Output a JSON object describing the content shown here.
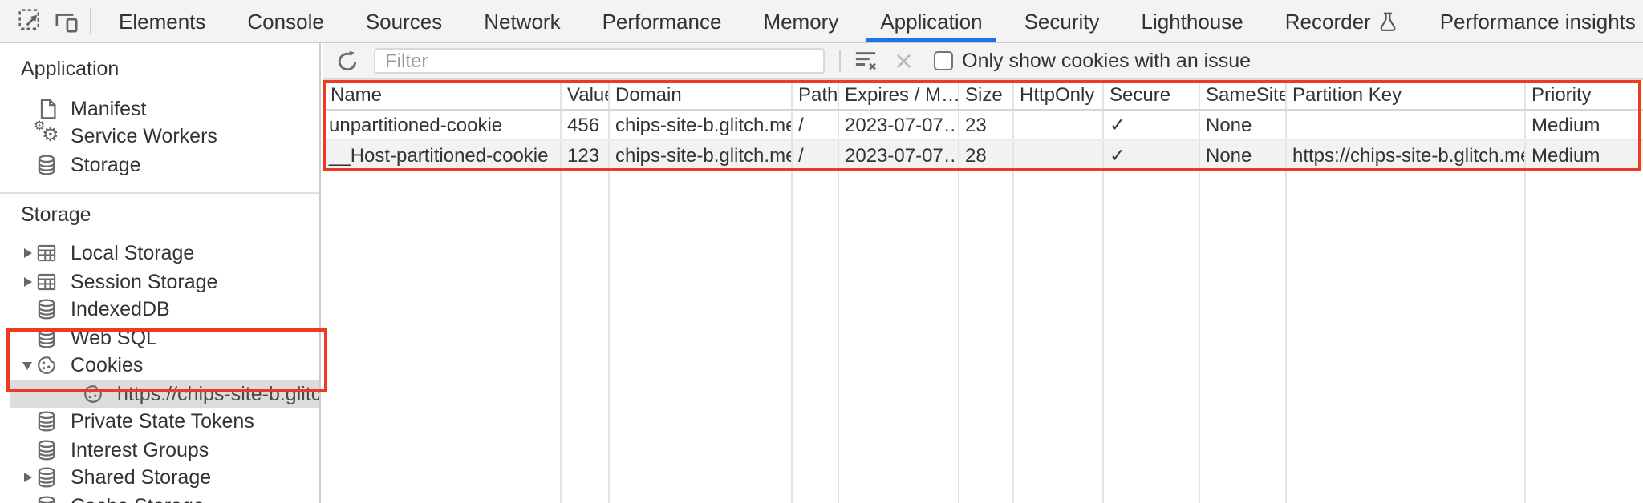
{
  "tabbar": {
    "tabs": [
      {
        "label": "Elements"
      },
      {
        "label": "Console"
      },
      {
        "label": "Sources"
      },
      {
        "label": "Network"
      },
      {
        "label": "Performance"
      },
      {
        "label": "Memory"
      },
      {
        "label": "Application",
        "active": true
      },
      {
        "label": "Security"
      },
      {
        "label": "Lighthouse"
      },
      {
        "label": "Recorder",
        "experimental": true
      },
      {
        "label": "Performance insights",
        "experimental": true
      }
    ]
  },
  "toolbar": {
    "filter_placeholder": "Filter",
    "only_issue_label": "Only show cookies with an issue",
    "checkbox_checked": false
  },
  "sidebar": {
    "sections": [
      {
        "title": "Application",
        "items": [
          {
            "label": "Manifest"
          },
          {
            "label": "Service Workers"
          },
          {
            "label": "Storage"
          }
        ]
      },
      {
        "title": "Storage",
        "items": [
          {
            "label": "Local Storage",
            "expandable": "collapsed"
          },
          {
            "label": "Session Storage",
            "expandable": "collapsed"
          },
          {
            "label": "IndexedDB"
          },
          {
            "label": "Web SQL"
          },
          {
            "label": "Cookies",
            "expandable": "expanded",
            "highlighted": true
          },
          {
            "label": "https://chips-site-b.glitch.me",
            "selected": true,
            "child_of": "Cookies"
          },
          {
            "label": "Private State Tokens"
          },
          {
            "label": "Interest Groups"
          },
          {
            "label": "Shared Storage",
            "expandable": "collapsed"
          },
          {
            "label": "Cache Storage"
          }
        ]
      }
    ]
  },
  "cookie_table": {
    "columns": [
      "Name",
      "Value",
      "Domain",
      "Path",
      "Expires / M…",
      "Size",
      "HttpOnly",
      "Secure",
      "SameSite",
      "Partition Key",
      "Priority"
    ],
    "rows": [
      {
        "cells": [
          "unpartitioned-cookie",
          "456",
          "chips-site-b.glitch.me",
          "/",
          "2023-07-07…",
          "23",
          "",
          "✓",
          "None",
          "",
          "Medium"
        ]
      },
      {
        "cells": [
          "__Host-partitioned-cookie",
          "123",
          "chips-site-b.glitch.me",
          "/",
          "2023-07-07…",
          "28",
          "",
          "✓",
          "None",
          "https://chips-site-b.glitch.me",
          "Medium"
        ]
      }
    ]
  },
  "colors": {
    "accent_blue": "#1a73e8",
    "highlight_red": "#ee3b20",
    "selection_gray": "#dcdcdc",
    "alt_row_gray": "#f2f2f2"
  }
}
